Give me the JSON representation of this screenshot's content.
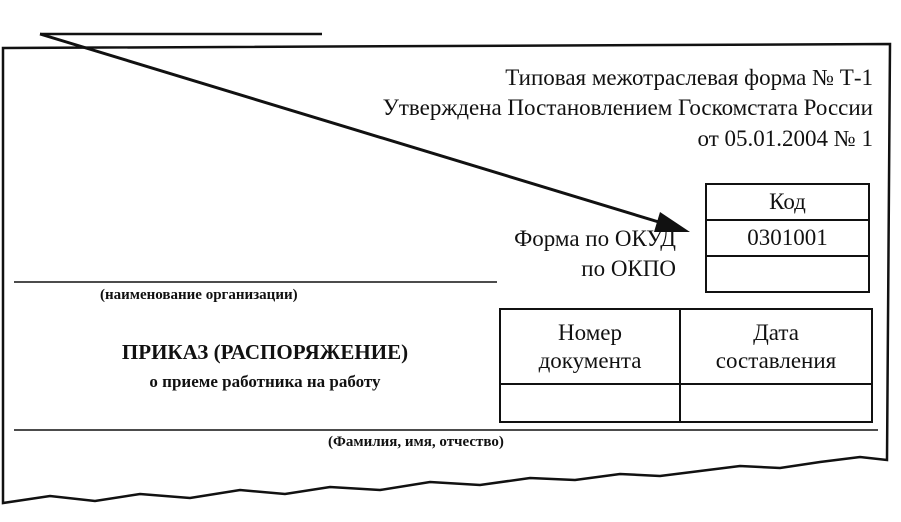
{
  "header": {
    "line1": "Типовая межотраслевая форма № Т-1",
    "line2": "Утверждена Постановлением Госкомстата России",
    "line3": "от 05.01.2004 № 1"
  },
  "codes": {
    "header": "Код",
    "okud_label": "Форма по ОКУД",
    "okud_value": "0301001",
    "okpo_label": "по ОКПО",
    "okpo_value": ""
  },
  "organization": {
    "caption": "(наименование организации)"
  },
  "document_table": {
    "col1_line1": "Номер",
    "col1_line2": "документа",
    "col2_line1": "Дата",
    "col2_line2": "составления",
    "number_value": "",
    "date_value": ""
  },
  "title": {
    "line1": "ПРИКАЗ (РАСПОРЯЖЕНИЕ)",
    "line2": "о приеме работника на работу"
  },
  "employee": {
    "caption": "(Фамилия, имя, отчество)"
  }
}
